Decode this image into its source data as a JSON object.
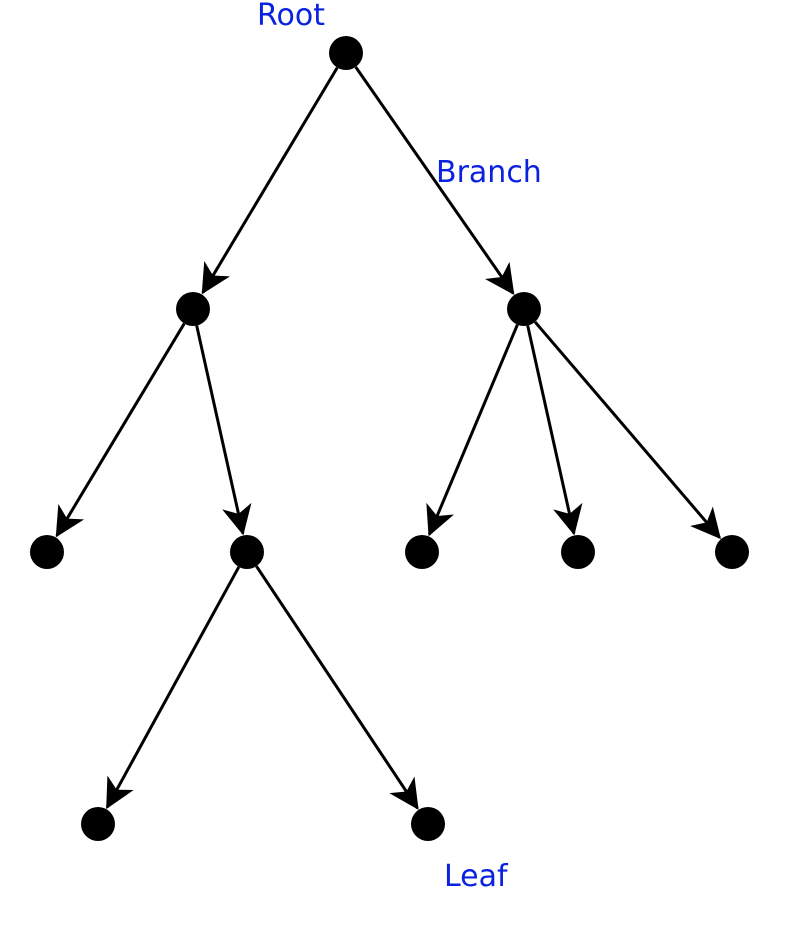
{
  "diagram": {
    "type": "tree",
    "colors": {
      "node": "#000000",
      "edge": "#000000",
      "label": "#0a22e0"
    },
    "labels": {
      "root": "Root",
      "branch": "Branch",
      "leaf": "Leaf"
    },
    "nodes": [
      {
        "id": "root"
      },
      {
        "id": "left"
      },
      {
        "id": "right"
      },
      {
        "id": "left-left"
      },
      {
        "id": "left-right"
      },
      {
        "id": "right-1"
      },
      {
        "id": "right-2"
      },
      {
        "id": "right-3"
      },
      {
        "id": "left-right-left"
      },
      {
        "id": "left-right-right"
      }
    ],
    "edges": [
      {
        "from": "root",
        "to": "left"
      },
      {
        "from": "root",
        "to": "right"
      },
      {
        "from": "left",
        "to": "left-left"
      },
      {
        "from": "left",
        "to": "left-right"
      },
      {
        "from": "right",
        "to": "right-1"
      },
      {
        "from": "right",
        "to": "right-2"
      },
      {
        "from": "right",
        "to": "right-3"
      },
      {
        "from": "left-right",
        "to": "left-right-left"
      },
      {
        "from": "left-right",
        "to": "left-right-right"
      }
    ]
  }
}
